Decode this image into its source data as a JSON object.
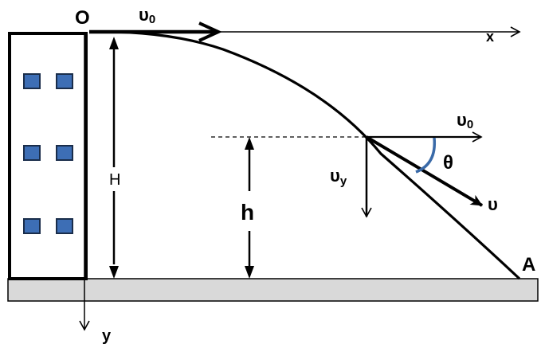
{
  "labels": {
    "origin": "O",
    "x_axis": "x",
    "y_axis": "y",
    "initial_velocity": "υ",
    "initial_velocity_sub": "0",
    "horizontal_velocity": "υ",
    "horizontal_velocity_sub": "0",
    "vertical_velocity": "υ",
    "vertical_velocity_sub": "y",
    "resultant_velocity": "υ",
    "angle": "θ",
    "total_height": "H",
    "height": "h",
    "landing_point": "A"
  },
  "colors": {
    "stroke": "#000000",
    "window_fill": "#3d6eb5",
    "window_border": "#1a2d4a",
    "angle_arc": "#3a6aa8",
    "ground_fill": "#d9d9d9"
  }
}
